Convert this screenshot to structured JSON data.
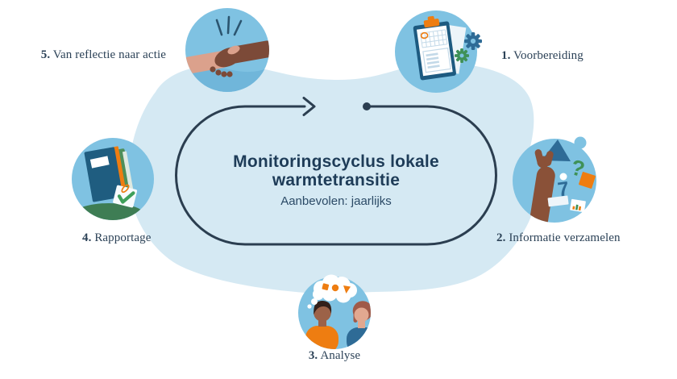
{
  "center": {
    "title_lines": [
      "Monitoringscyclus lokale",
      "warmtetransitie"
    ],
    "subtitle": "Aanbevolen: jaarlijks"
  },
  "steps": [
    {
      "number": "1.",
      "label": "Voorbereiding",
      "icon": "clipboard-calendar-gears-icon"
    },
    {
      "number": "2.",
      "label": "Informatie verzamelen",
      "icon": "hand-collecting-shapes-icon",
      "glyphs": {
        "question": "?",
        "seven": "7"
      }
    },
    {
      "number": "3.",
      "label": "Analyse",
      "icon": "people-discussion-icon"
    },
    {
      "number": "4.",
      "label": "Rapportage",
      "icon": "report-folder-icon"
    },
    {
      "number": "5.",
      "label": "Van reflectie naar actie",
      "icon": "handshake-icon"
    }
  ],
  "colors": {
    "blob-blue": "#d5e9f3",
    "icon-circle-blue": "#7fc2e2",
    "navy": "#2b3e50",
    "text-navy": "#1e3c58",
    "orange": "#ee7d11",
    "green": "#3f9157",
    "mid-blue": "#2e6b96"
  }
}
